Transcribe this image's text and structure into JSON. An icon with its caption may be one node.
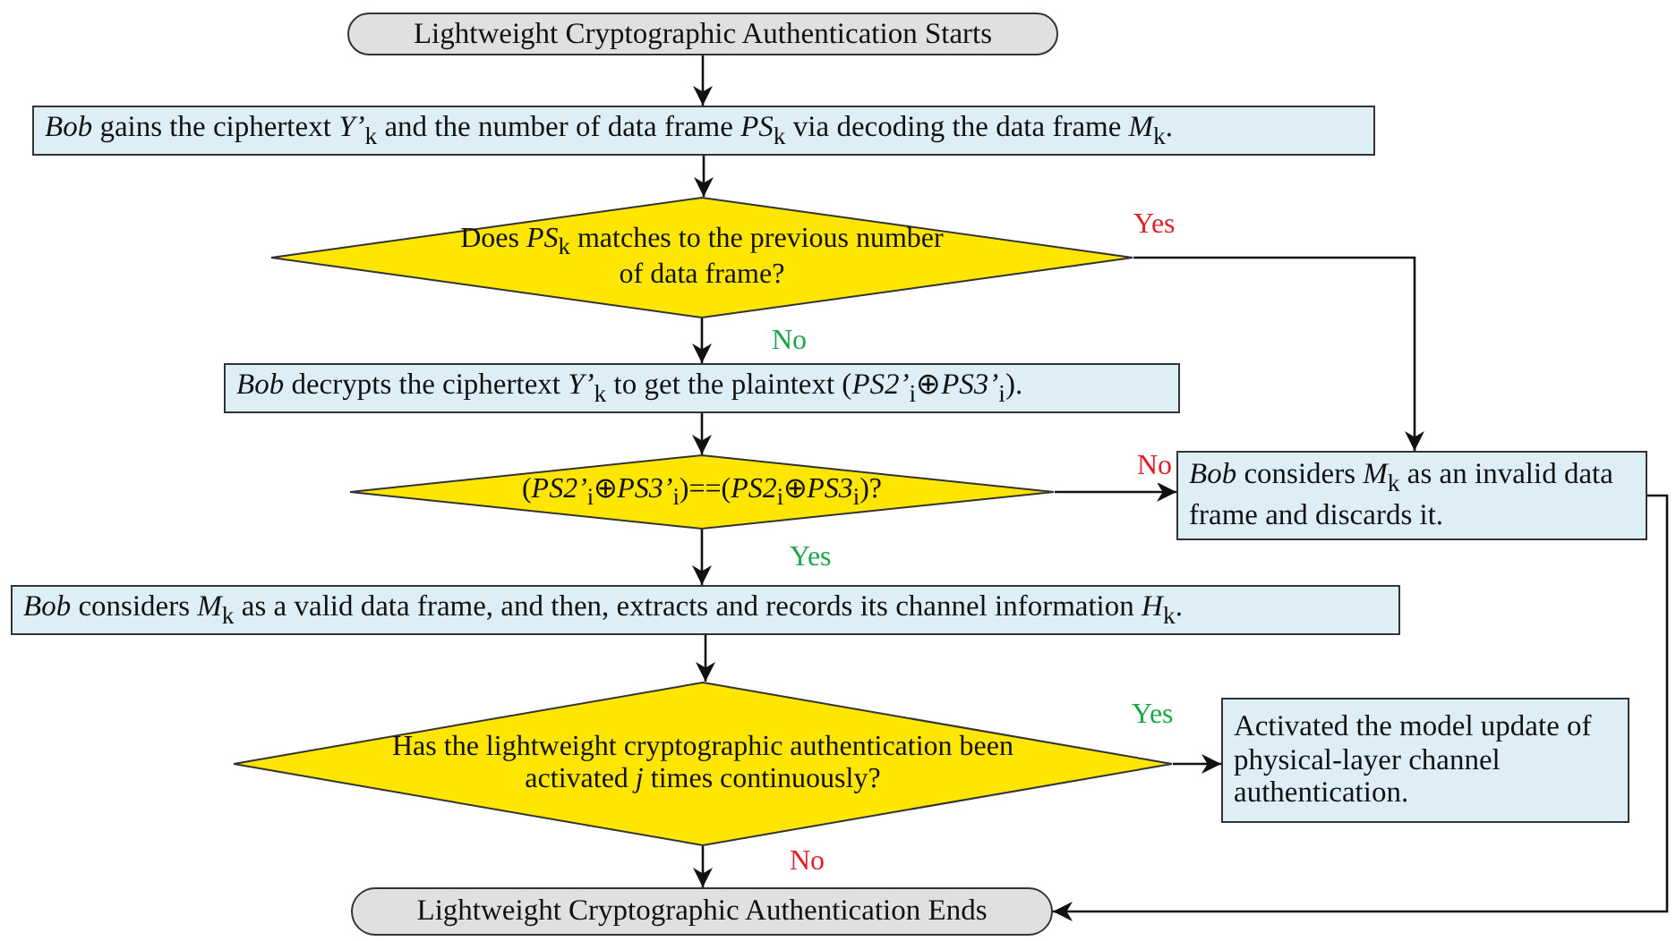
{
  "diagram": {
    "nodes": [
      {
        "text": [
          "Lightweight Cryptographic Authentication Starts"
        ]
      },
      {
        "text": [
          "*Bob* gains the ciphertext *Y’*$_{k}$ and the number of data frame *PS*$_{k}$ via decoding the data frame *M*$_{k}$."
        ]
      },
      {
        "text": [
          "Does *PS*$_{k}$ matches to the previous number of data frame?"
        ]
      },
      {
        "text": [
          "*Bob* decrypts the ciphertext *Y’*$_{k}$ to get the plaintext (*PS2’*$_{i}$⊕*PS3’*$_{i}$)."
        ]
      },
      {
        "text": [
          "(*PS2’*$_{i}$⊕*PS3’*$_{i}$)==(*PS2*$_{i}$⊕*PS3*$_{i}$)?"
        ]
      },
      {
        "text": [
          "*Bob* considers *M*$_{k}$ as an invalid data frame and discards it."
        ]
      },
      {
        "text": [
          "*Bob* considers *M*$_{k}$ as a valid data frame, and then, extracts and records its channel information *H*$_{k}$."
        ]
      },
      {
        "text": [
          "Has the lightweight cryptographic authentication been activated *j* times continuously?"
        ]
      },
      {
        "text": [
          "Activated the model update of physical-layer channel authentication."
        ]
      },
      {
        "text": [
          "Lightweight Cryptographic Authentication Ends"
        ]
      }
    ],
    "edges": [
      {
        "from": 0,
        "to": 1,
        "arrow": "to"
      },
      {
        "from": 1,
        "to": 2,
        "arrow": "to"
      },
      {
        "from": 2,
        "to": 3,
        "arrow": "to",
        "label": "No"
      },
      {
        "from": 2,
        "to": 5,
        "arrow": "to",
        "label": "Yes"
      },
      {
        "from": 3,
        "to": 4,
        "arrow": "to"
      },
      {
        "from": 4,
        "to": 5,
        "arrow": "to",
        "label": "No"
      },
      {
        "from": 4,
        "to": 6,
        "arrow": "to",
        "label": "Yes"
      },
      {
        "from": 6,
        "to": 7,
        "arrow": "to"
      },
      {
        "from": 7,
        "to": 8,
        "arrow": "to",
        "label": "Yes"
      },
      {
        "from": 7,
        "to": 9,
        "arrow": "to",
        "label": "No"
      },
      {
        "from": 5,
        "to": 9,
        "arrow": "to"
      }
    ]
  }
}
